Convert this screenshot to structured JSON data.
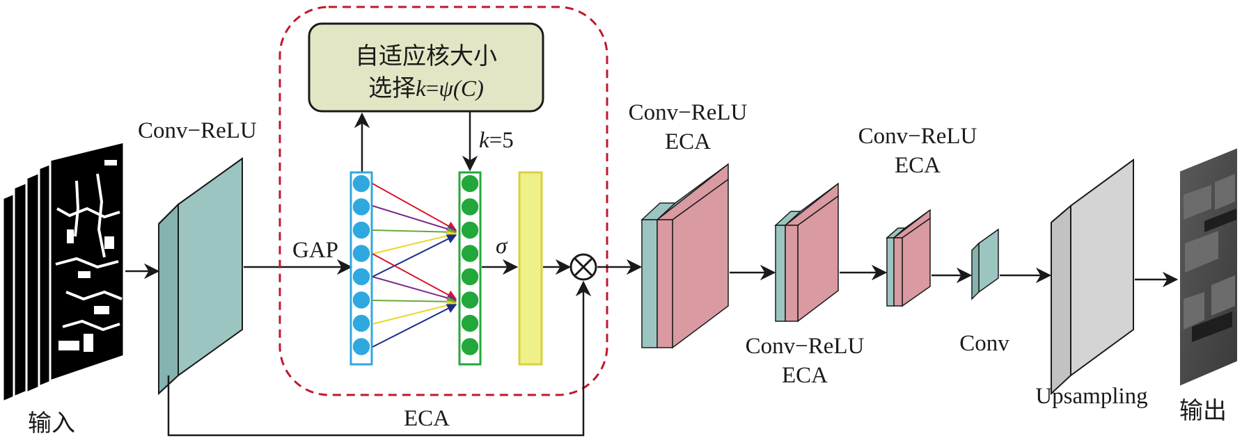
{
  "labels": {
    "input": "输入",
    "output": "输出",
    "conv_relu_1": "Conv−ReLU",
    "gap": "GAP",
    "sigma": "σ",
    "eca_module": "ECA",
    "adaptive_line1": "自适应核大小",
    "adaptive_line2_prefix": "选择",
    "adaptive_k": "k",
    "adaptive_eq": "=",
    "adaptive_psi": "ψ",
    "adaptive_C": "(C)",
    "k_var": "k",
    "k_value": "=5",
    "block2_line1": "Conv−ReLU",
    "block2_line2": "ECA",
    "block3_line1": "Conv−ReLU",
    "block3_line2": "ECA",
    "block4_line1": "Conv−ReLU",
    "block4_line2": "ECA",
    "conv": "Conv",
    "upsampling": "Upsampling"
  },
  "colors": {
    "teal": "#9cc5c1",
    "pink": "#d99aa1",
    "gray": "#d4d4d4",
    "blue_node": "#2fa8e0",
    "green_node": "#22a83a",
    "sigmoid_bar": "#f0f08a",
    "adaptive_box": "#e3e6c5",
    "dashed_border": "#c0182a"
  },
  "icons": {
    "multiply": "circle-times-icon"
  }
}
